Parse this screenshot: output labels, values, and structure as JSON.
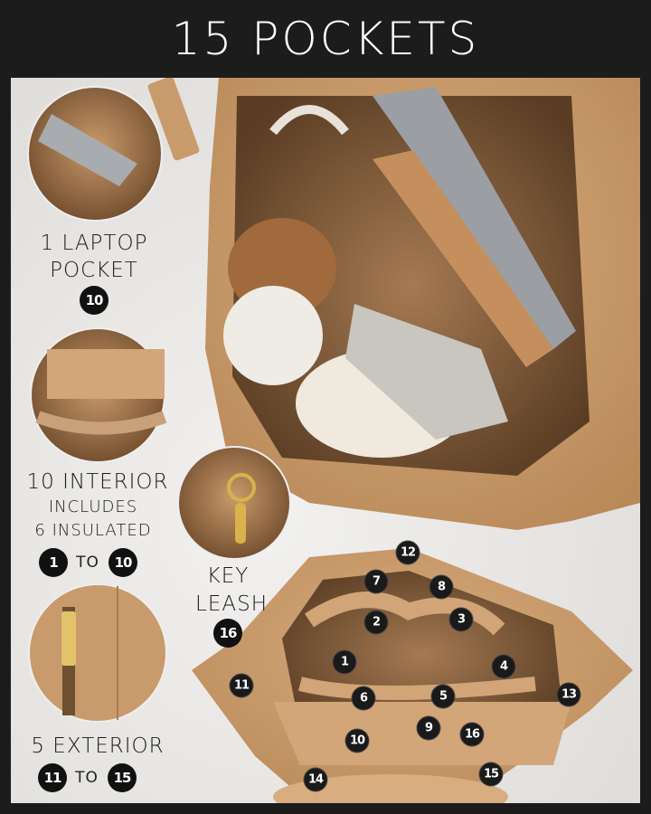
{
  "header": {
    "title": "15 POCKETS"
  },
  "sections": {
    "laptop": {
      "line1": "1 LAPTOP",
      "line2": "POCKET",
      "badge": "10"
    },
    "interior": {
      "line1": "10 INTERIOR",
      "line2": "INCLUDES",
      "line3": "6 INSULATED",
      "from": "1",
      "to_word": "TO",
      "to": "10"
    },
    "key_leash": {
      "line1": "KEY",
      "line2": "LEASH",
      "badge": "16"
    },
    "exterior": {
      "line1": "5 EXTERIOR",
      "from": "11",
      "to_word": "TO",
      "to": "15"
    }
  },
  "pocket_markers": [
    "1",
    "2",
    "3",
    "4",
    "5",
    "6",
    "7",
    "8",
    "9",
    "10",
    "11",
    "12",
    "13",
    "14",
    "15",
    "16"
  ],
  "colors": {
    "banner": "#1c1c1c",
    "leather": "#c99a6b",
    "lining": "#b68b63",
    "badge": "#111111"
  }
}
